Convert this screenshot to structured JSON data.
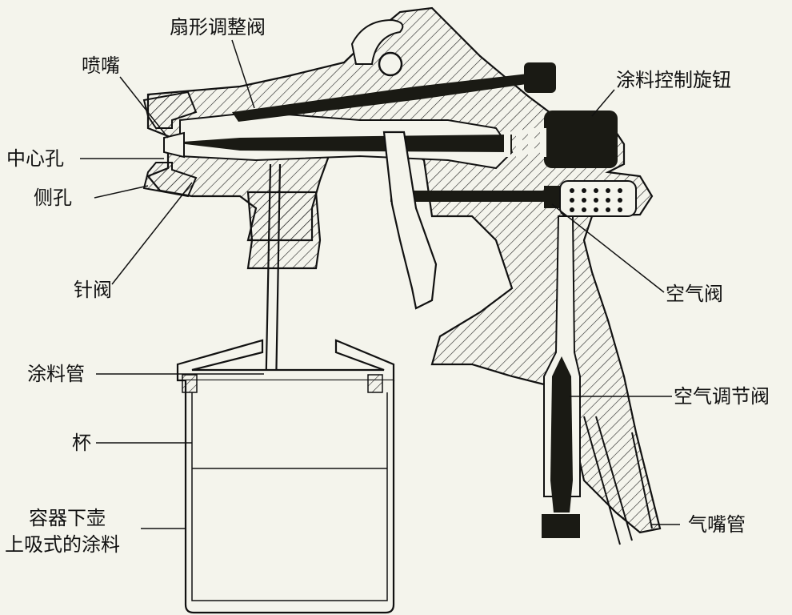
{
  "labels": {
    "fan_valve": "扇形调整阀",
    "nozzle": "喷嘴",
    "center_hole": "中心孔",
    "side_hole": "侧孔",
    "needle_valve": "针阀",
    "paint_knob": "涂料控制旋钮",
    "air_valve": "空气阀",
    "paint_tube": "涂料管",
    "cup": "杯",
    "container_line1": "容器下壶",
    "container_line2": "上吸式的涂料",
    "air_adjust_valve": "空气调节阀",
    "air_hose": "气嘴管"
  },
  "colors": {
    "background": "#f4f4ec",
    "ink": "#111111",
    "fill_dark": "#1a1a14"
  }
}
